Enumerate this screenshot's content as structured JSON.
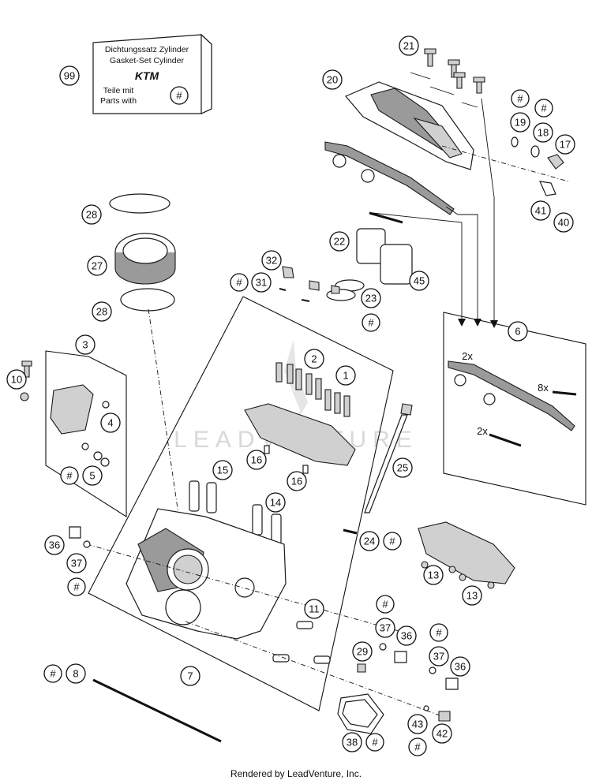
{
  "gasket_box": {
    "line1": "Dichtungssatz Zylinder",
    "line2": "Gasket-Set Cylinder",
    "brand": "KTM",
    "line3": "Teile mit",
    "line4": "Parts with",
    "symbol": "#"
  },
  "multipliers": {
    "a": "2x",
    "b": "8x",
    "c": "2x"
  },
  "watermark": "LEADVENTURE",
  "footer": "Rendered by LeadVenture, Inc.",
  "callouts": [
    {
      "id": "c99",
      "label": "99"
    },
    {
      "id": "c21",
      "label": "21"
    },
    {
      "id": "c20",
      "label": "20"
    },
    {
      "id": "c19",
      "label": "19"
    },
    {
      "id": "c18",
      "label": "18"
    },
    {
      "id": "c17",
      "label": "17"
    },
    {
      "id": "c41",
      "label": "41"
    },
    {
      "id": "c40",
      "label": "40"
    },
    {
      "id": "c28a",
      "label": "28"
    },
    {
      "id": "c27",
      "label": "27"
    },
    {
      "id": "c28b",
      "label": "28"
    },
    {
      "id": "c32",
      "label": "32"
    },
    {
      "id": "c31",
      "label": "31"
    },
    {
      "id": "c22",
      "label": "22"
    },
    {
      "id": "c45",
      "label": "45"
    },
    {
      "id": "c23",
      "label": "23"
    },
    {
      "id": "c3",
      "label": "3"
    },
    {
      "id": "c10",
      "label": "10"
    },
    {
      "id": "c4",
      "label": "4"
    },
    {
      "id": "c5",
      "label": "5"
    },
    {
      "id": "c2",
      "label": "2"
    },
    {
      "id": "c1",
      "label": "1"
    },
    {
      "id": "c6",
      "label": "6"
    },
    {
      "id": "c16a",
      "label": "16"
    },
    {
      "id": "c16b",
      "label": "16"
    },
    {
      "id": "c25",
      "label": "25"
    },
    {
      "id": "c15",
      "label": "15"
    },
    {
      "id": "c14",
      "label": "14"
    },
    {
      "id": "c24",
      "label": "24"
    },
    {
      "id": "c13a",
      "label": "13"
    },
    {
      "id": "c13b",
      "label": "13"
    },
    {
      "id": "c36a",
      "label": "36"
    },
    {
      "id": "c37a",
      "label": "37"
    },
    {
      "id": "c11",
      "label": "11"
    },
    {
      "id": "c37b",
      "label": "37"
    },
    {
      "id": "c36b",
      "label": "36"
    },
    {
      "id": "c37c",
      "label": "37"
    },
    {
      "id": "c29",
      "label": "29"
    },
    {
      "id": "c36c",
      "label": "36"
    },
    {
      "id": "c8",
      "label": "8"
    },
    {
      "id": "c7",
      "label": "7"
    },
    {
      "id": "c43",
      "label": "43"
    },
    {
      "id": "c42",
      "label": "42"
    },
    {
      "id": "c38",
      "label": "38"
    }
  ],
  "hashes": [
    {
      "id": "h99",
      "label": "#"
    },
    {
      "id": "h19",
      "label": "#"
    },
    {
      "id": "h18",
      "label": "#"
    },
    {
      "id": "h31",
      "label": "#"
    },
    {
      "id": "h23",
      "label": "#"
    },
    {
      "id": "h5",
      "label": "#"
    },
    {
      "id": "h24",
      "label": "#"
    },
    {
      "id": "h37a",
      "label": "#"
    },
    {
      "id": "h37b",
      "label": "#"
    },
    {
      "id": "h37c",
      "label": "#"
    },
    {
      "id": "h8",
      "label": "#"
    },
    {
      "id": "h43",
      "label": "#"
    },
    {
      "id": "h38",
      "label": "#"
    }
  ]
}
